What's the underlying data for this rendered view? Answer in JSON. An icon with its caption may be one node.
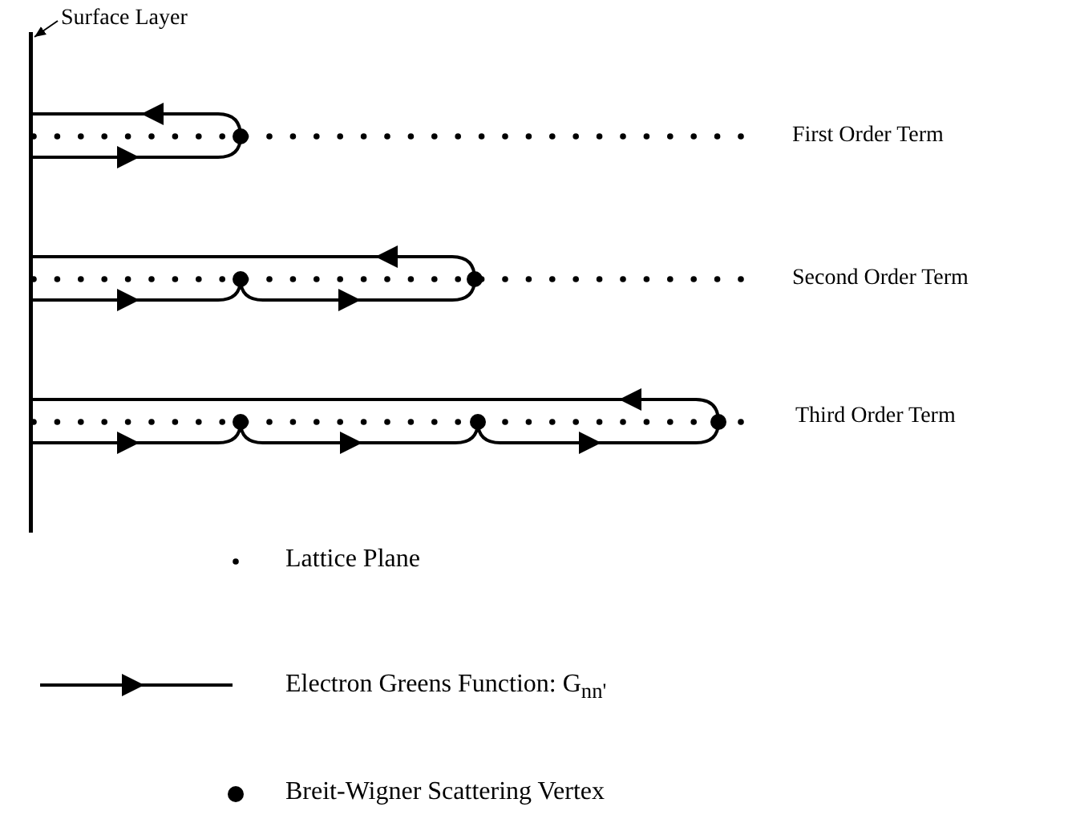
{
  "diagram": {
    "nodes": [
      {
        "text": [
          "Surface Layer"
        ]
      },
      {
        "text": [],
        "shape": "bar"
      }
    ],
    "edges": [
      {
        "from": 0,
        "to": 1,
        "arrow": "to"
      }
    ],
    "labels": [
      "First Order Term",
      "Second Order Term",
      "Third Order Term"
    ],
    "legend": [
      {
        "text": "Lattice Plane"
      },
      {
        "text": "Electron Greens Function: G$_{nn'}$"
      },
      {
        "text": "Breit-Wigner Scattering Vertex"
      }
    ]
  }
}
